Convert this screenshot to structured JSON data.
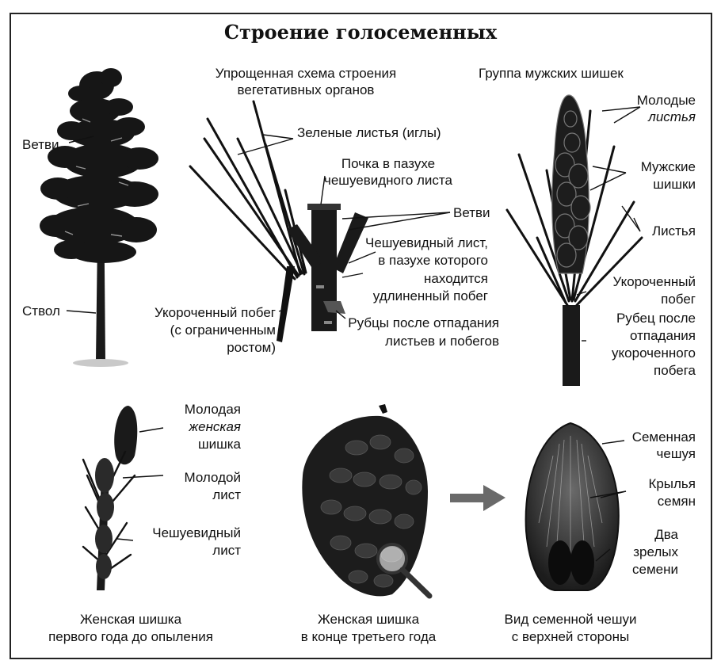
{
  "title": "Строение голосеменных",
  "top_center": {
    "heading": [
      "Упрощенная схема строения",
      "вегетативных органов"
    ],
    "labels": {
      "green_leaves": "Зеленые листья (иглы)",
      "bud": [
        "Почка в пазухе",
        "чешуевидного листа"
      ],
      "branches": "Ветви",
      "scale_leaf": [
        "Чешуевидный лист,",
        "в пазухе которого",
        "находится",
        "удлиненный побег"
      ],
      "short_shoot": [
        "Укороченный побег",
        "(с ограниченным",
        "ростом)"
      ],
      "scars": [
        "Рубцы после отпадания",
        "листьев и побегов"
      ]
    }
  },
  "tree": {
    "branches": "Ветви",
    "trunk": "Ствол"
  },
  "male_cones": {
    "heading": "Группа мужских шишек",
    "young": "Молодые",
    "young_leaves": "листья",
    "cones": [
      "Мужские",
      "шишки"
    ],
    "leaves": "Листья",
    "short_shoot": [
      "Укороченный",
      "побег"
    ],
    "scar": [
      "Рубец после",
      "отпадания",
      "укороченного",
      "побега"
    ]
  },
  "female_first_year": {
    "young_cone": [
      "Молодая",
      "женская",
      "шишка"
    ],
    "young_leaf": [
      "Молодой",
      "лист"
    ],
    "scale_leaf": [
      "Чешуевидный",
      "лист"
    ],
    "caption": [
      "Женская шишка",
      "первого года до опыления"
    ]
  },
  "female_third_year": {
    "caption": [
      "Женская шишка",
      "в конце третьего года"
    ]
  },
  "seed_scale": {
    "scale": [
      "Семенная",
      "чешуя"
    ],
    "wings": [
      "Крылья",
      "семян"
    ],
    "seeds": [
      "Два",
      "зрелых",
      "семени"
    ],
    "caption": [
      "Вид семенной чешуи",
      "с верхней стороны"
    ]
  }
}
